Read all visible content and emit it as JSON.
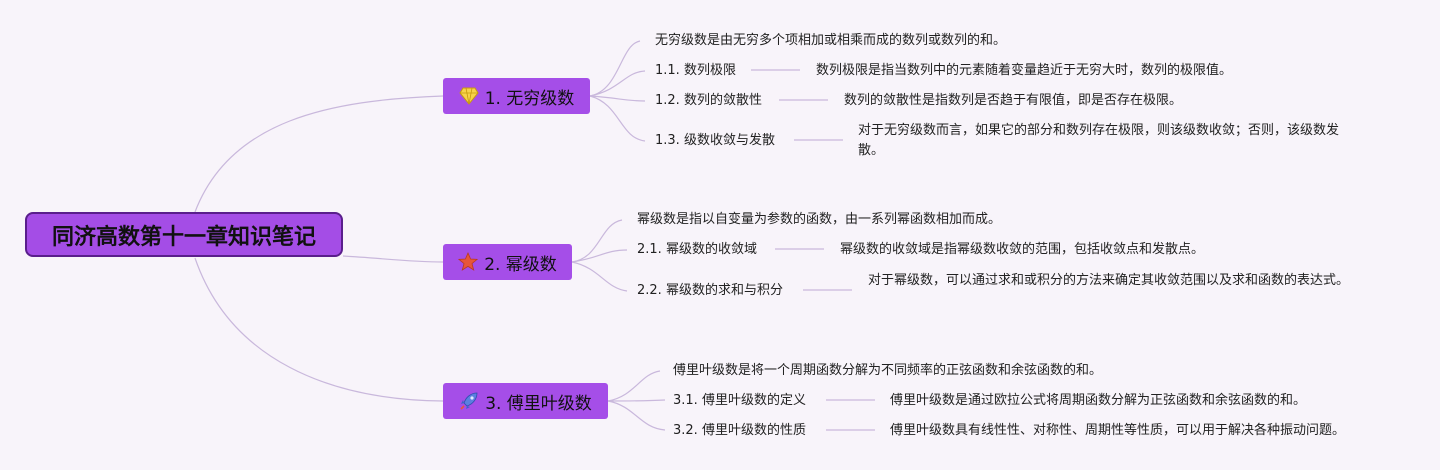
{
  "root": {
    "title": "同济高数第十一章知识笔记"
  },
  "branches": [
    {
      "label": "1. 无穷级数",
      "icon": "diamond-icon",
      "summary": "无穷级数是由无穷多个项相加或相乘而成的数列或数列的和。",
      "items": [
        {
          "title": "1.1. 数列极限",
          "desc": "数列极限是指当数列中的元素随着变量趋近于无穷大时，数列的极限值。"
        },
        {
          "title": "1.2. 数列的敛散性",
          "desc": "数列的敛散性是指数列是否趋于有限值，即是否存在极限。"
        },
        {
          "title": "1.3. 级数收敛与发散",
          "desc": "对于无穷级数而言，如果它的部分和数列存在极限，则该级数收敛；否则，该级数发散。"
        }
      ]
    },
    {
      "label": "2. 幂级数",
      "icon": "star-icon",
      "summary": "幂级数是指以自变量为参数的函数，由一系列幂函数相加而成。",
      "items": [
        {
          "title": "2.1. 幂级数的收敛域",
          "desc": "幂级数的收敛域是指幂级数收敛的范围，包括收敛点和发散点。"
        },
        {
          "title": "2.2. 幂级数的求和与积分",
          "desc": "对于幂级数，可以通过求和或积分的方法来确定其收敛范围以及求和函数的表达式。"
        }
      ]
    },
    {
      "label": "3. 傅里叶级数",
      "icon": "rocket-icon",
      "summary": "傅里叶级数是将一个周期函数分解为不同频率的正弦函数和余弦函数的和。",
      "items": [
        {
          "title": "3.1. 傅里叶级数的定义",
          "desc": "傅里叶级数是通过欧拉公式将周期函数分解为正弦函数和余弦函数的和。"
        },
        {
          "title": "3.2. 傅里叶级数的性质",
          "desc": "傅里叶级数具有线性性、对称性、周期性等性质，可以用于解决各种振动问题。"
        }
      ]
    }
  ],
  "colors": {
    "root": "#a44de6",
    "branch": "#a54ee8",
    "line": "#c9b8dc",
    "background": "#f8f4fa"
  }
}
